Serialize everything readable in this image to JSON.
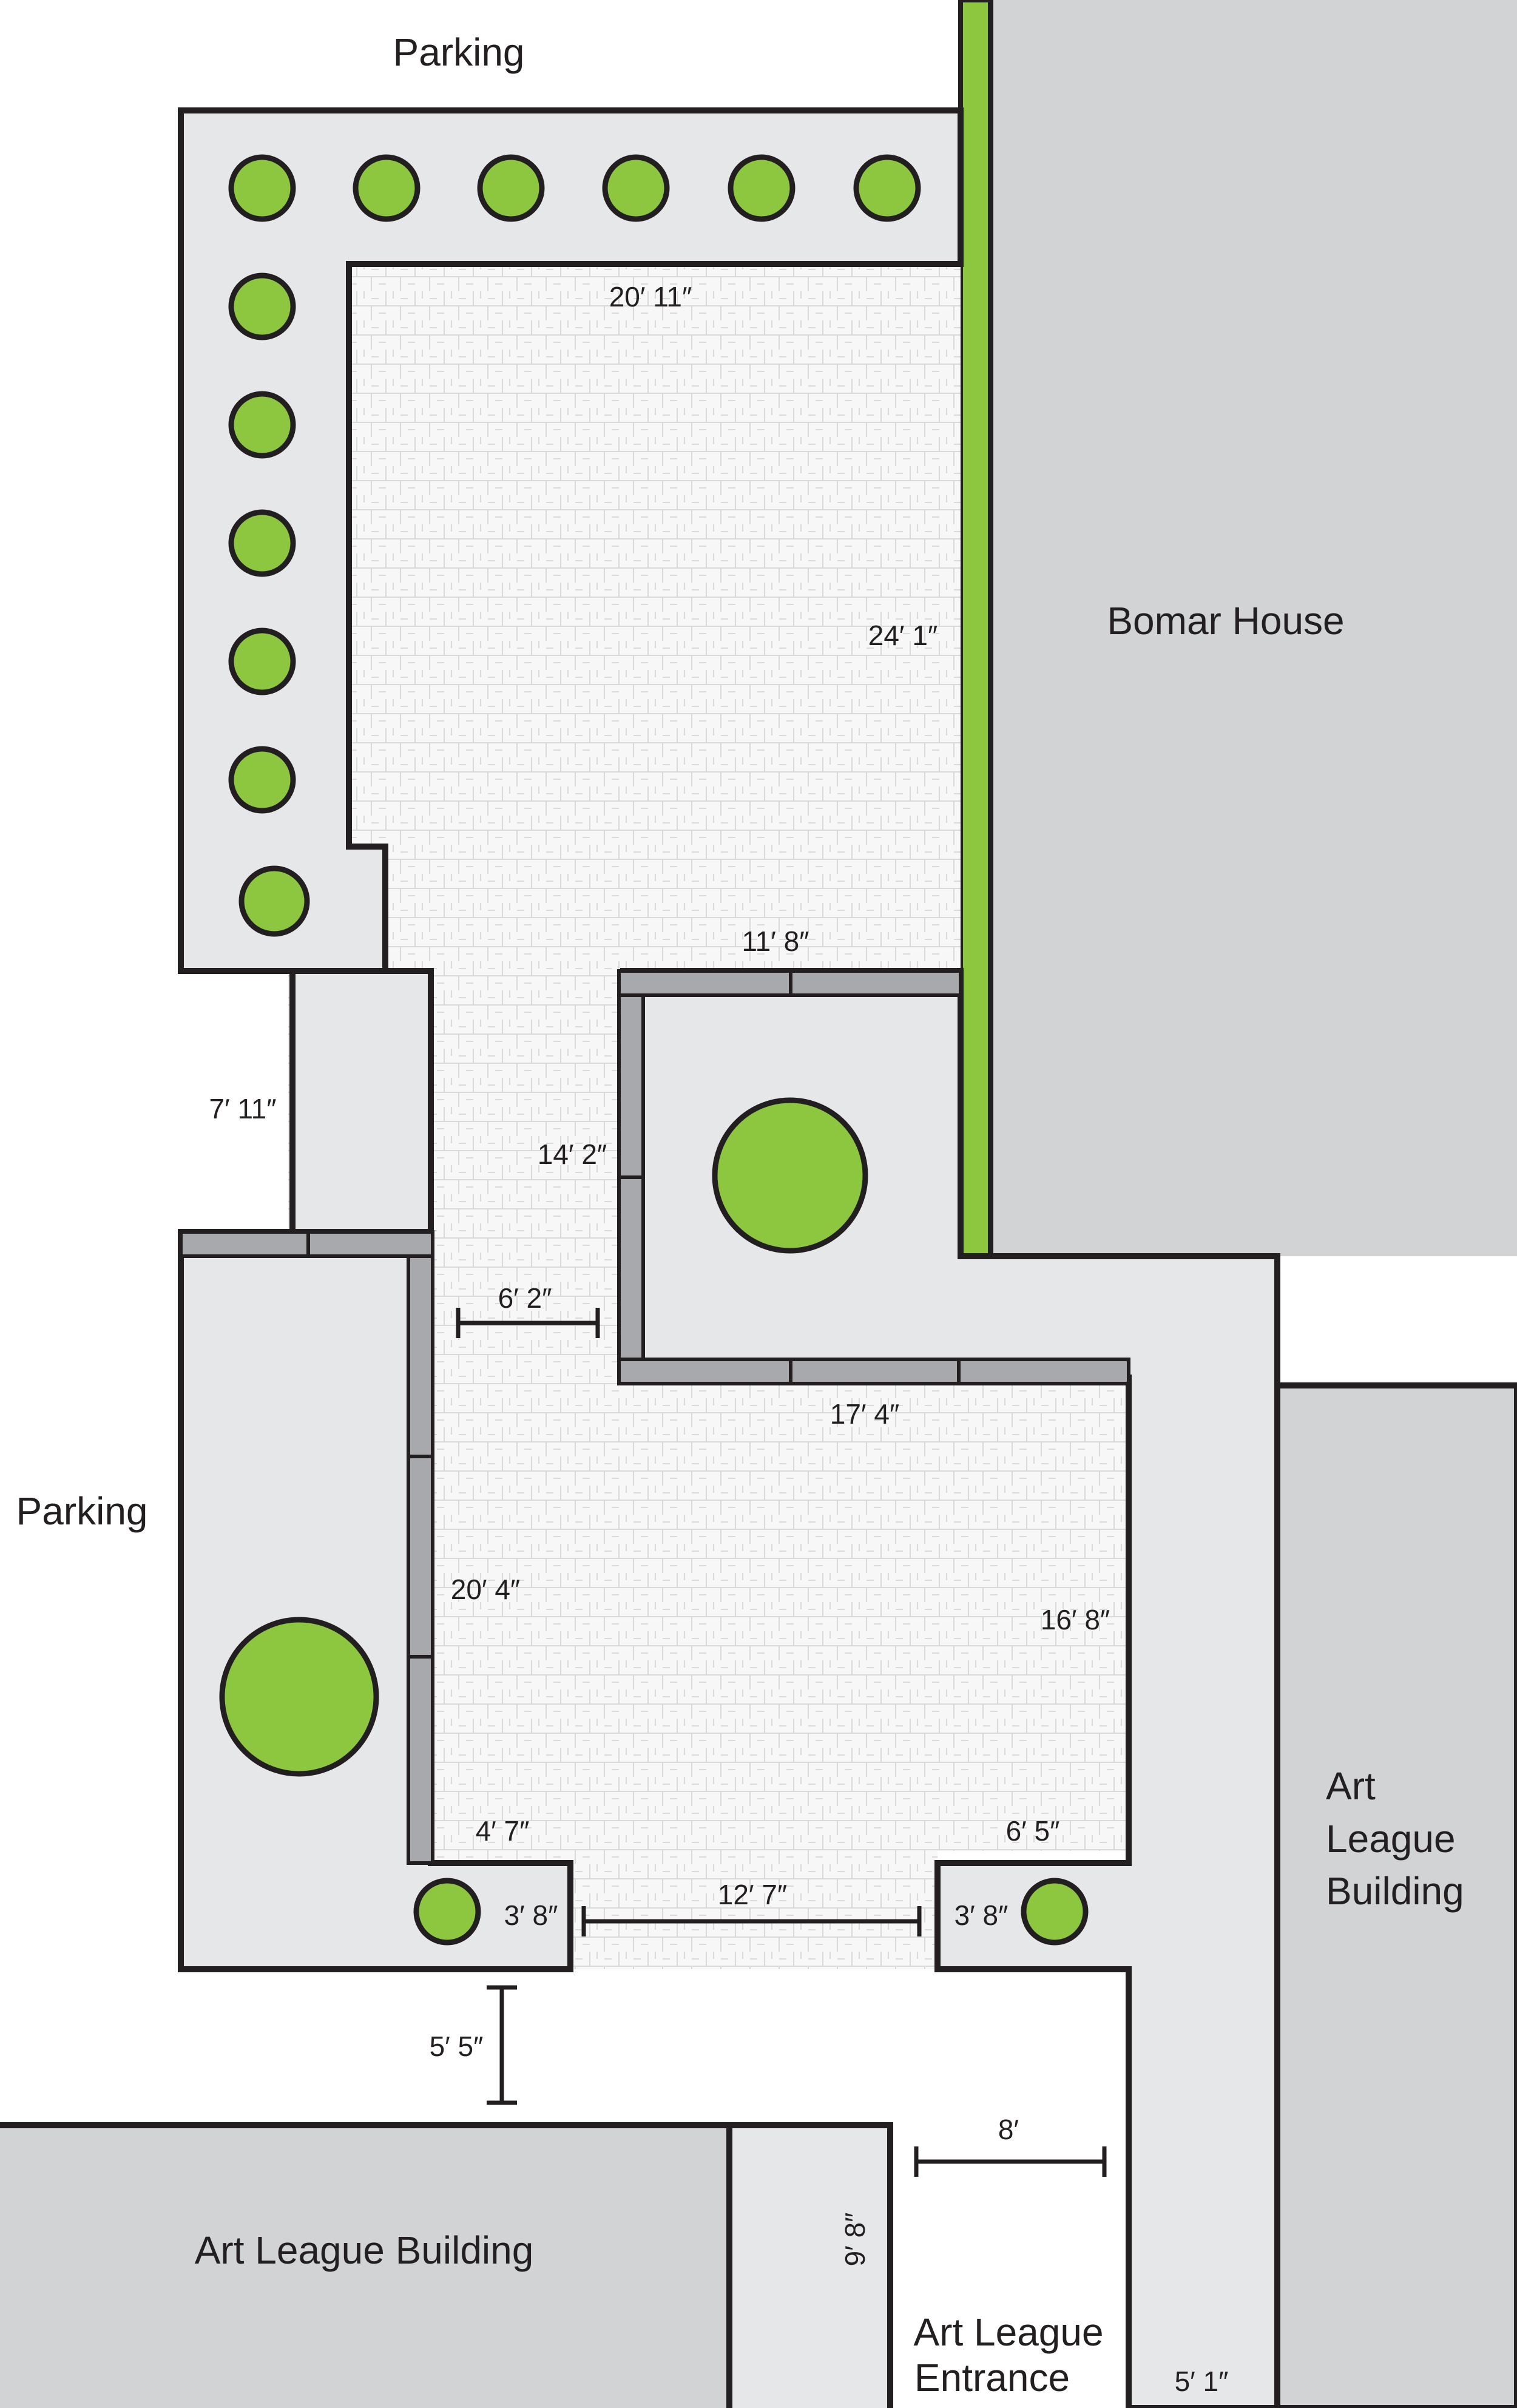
{
  "labels": {
    "parking_top": "Parking",
    "parking_left": "Parking",
    "bomar_house": "Bomar House",
    "art_league_right_1": "Art",
    "art_league_right_2": "League",
    "art_league_right_3": "Building",
    "art_league_bottom": "Art League Building",
    "entrance_1": "Art League",
    "entrance_2": "Entrance"
  },
  "dimensions": {
    "d_20_11": "20′ 11″",
    "d_24_1": "24′ 1″",
    "d_11_8": "11′ 8″",
    "d_7_11": "7′ 11″",
    "d_14_2": "14′ 2″",
    "d_6_2": "6′ 2″",
    "d_17_4": "17′ 4″",
    "d_20_4": "20′ 4″",
    "d_16_8": "16′ 8″",
    "d_4_7": "4′ 7″",
    "d_6_5": "6′ 5″",
    "d_3_8_left": "3′ 8″",
    "d_12_7": "12′ 7″",
    "d_3_8_right": "3′ 8″",
    "d_5_5": "5′ 5″",
    "d_8": "8′",
    "d_9_8": "9′ 8″",
    "d_5_1": "5′ 1″"
  },
  "colors": {
    "building": "#d1d3d4",
    "planter": "#e6e7e8",
    "wall": "#a7a9ac",
    "paver": "#f7f7f7",
    "tree": "#8dc63f",
    "outline": "#231f20"
  }
}
